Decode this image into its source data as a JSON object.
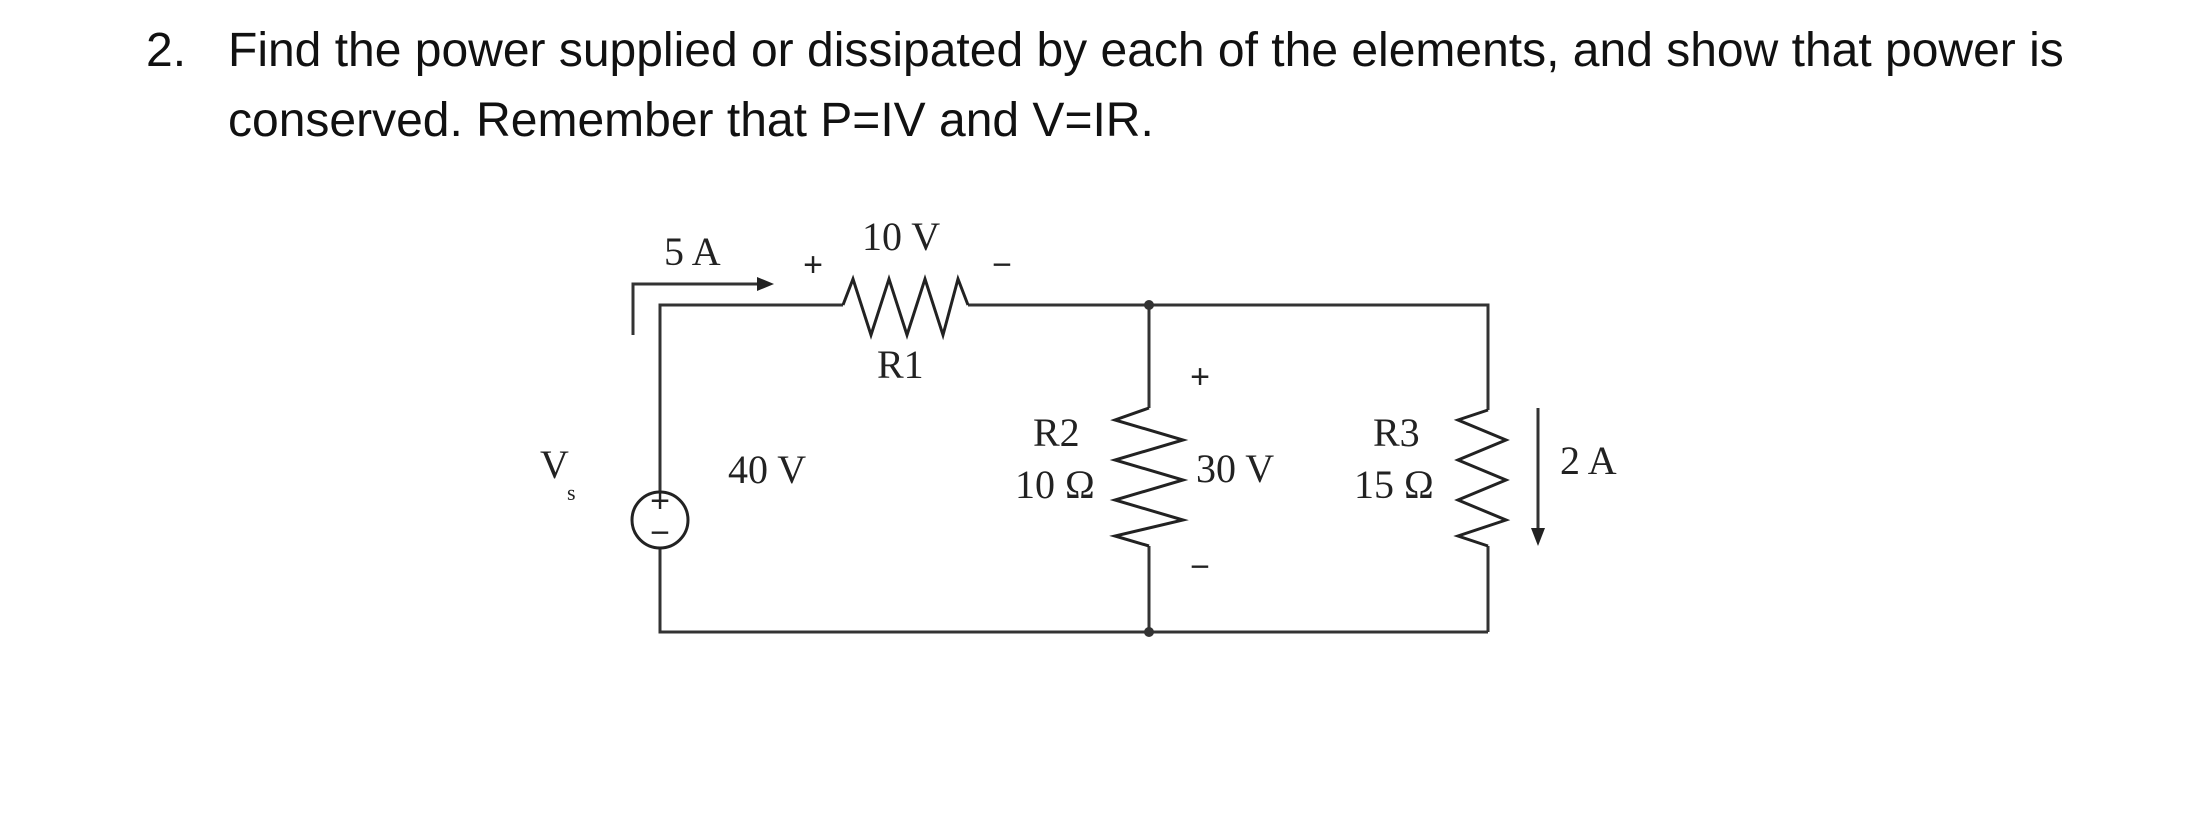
{
  "problem": {
    "number": "2.",
    "text": "Find the power supplied or dissipated by each of the elements, and show that power is conserved. Remember that P=IV and V=IR."
  },
  "circuit": {
    "source": {
      "label": "V",
      "label_sub": "s",
      "value": "40 V",
      "plus": "+",
      "minus": "−"
    },
    "source_current": "5 A",
    "r1": {
      "name": "R1",
      "voltage": "10 V",
      "plus": "+",
      "minus": "−"
    },
    "r2": {
      "name": "R2",
      "value": "10 Ω",
      "voltage": "30 V",
      "plus": "+",
      "minus": "−"
    },
    "r3": {
      "name": "R3",
      "value": "15 Ω",
      "current": "2 A"
    }
  },
  "colors": {
    "wire": "#333333",
    "text": "#111111",
    "background": "#ffffff"
  }
}
